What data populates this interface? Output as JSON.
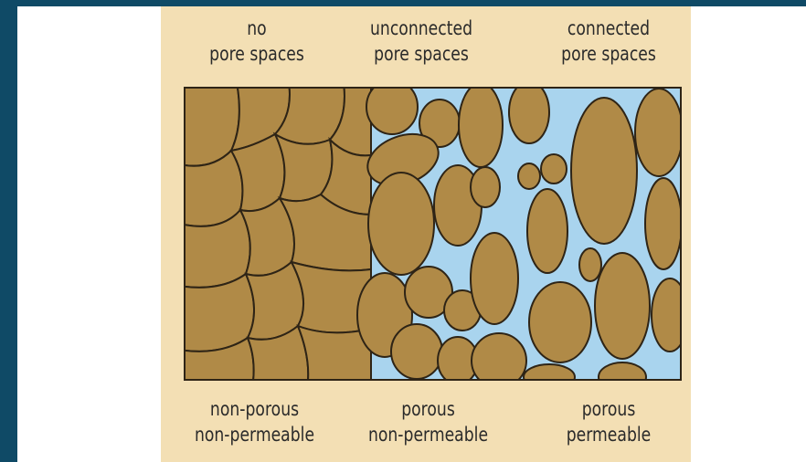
{
  "top_labels": [
    {
      "line1": "no",
      "line2": "pore spaces"
    },
    {
      "line1": "unconnected",
      "line2": "pore spaces"
    },
    {
      "line1": "connected",
      "line2": "pore spaces"
    }
  ],
  "bottom_labels": [
    {
      "line1": "non-porous",
      "line2": "non-permeable"
    },
    {
      "line1": "porous",
      "line2": "non-permeable"
    },
    {
      "line1": "porous",
      "line2": "permeable"
    }
  ],
  "colors": {
    "grain": "#b08a47",
    "grain_outline": "#2e2416",
    "pore_water": "#a9d4ee",
    "background": "#f3dfb4",
    "slide_frame": "#0f4a66"
  }
}
